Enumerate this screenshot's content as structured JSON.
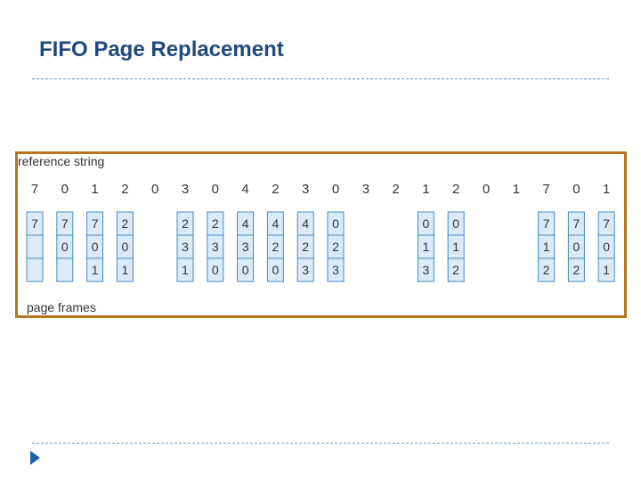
{
  "slide": {
    "title": "FIFO Page Replacement"
  },
  "diagram": {
    "reference_label": "reference string",
    "frames_label": "page frames",
    "reference_string": [
      "7",
      "0",
      "1",
      "2",
      "0",
      "3",
      "0",
      "4",
      "2",
      "3",
      "0",
      "3",
      "2",
      "1",
      "2",
      "0",
      "1",
      "7",
      "0",
      "1"
    ],
    "frame_columns": [
      [
        "7",
        "",
        ""
      ],
      [
        "7",
        "0",
        ""
      ],
      [
        "7",
        "0",
        "1"
      ],
      [
        "2",
        "0",
        "1"
      ],
      null,
      [
        "2",
        "3",
        "1"
      ],
      [
        "2",
        "3",
        "0"
      ],
      [
        "4",
        "3",
        "0"
      ],
      [
        "4",
        "2",
        "0"
      ],
      [
        "4",
        "2",
        "3"
      ],
      [
        "0",
        "2",
        "3"
      ],
      null,
      null,
      [
        "0",
        "1",
        "3"
      ],
      [
        "0",
        "1",
        "2"
      ],
      null,
      null,
      [
        "7",
        "1",
        "2"
      ],
      [
        "7",
        "0",
        "2"
      ],
      [
        "7",
        "0",
        "1"
      ]
    ],
    "colors": {
      "frame_border": "#b8741f",
      "cell_fill": "#d9ebf8",
      "cell_stroke": "#4a88c2",
      "text": "#333333"
    }
  },
  "navigation": {
    "next_icon": "play-arrow-icon"
  }
}
